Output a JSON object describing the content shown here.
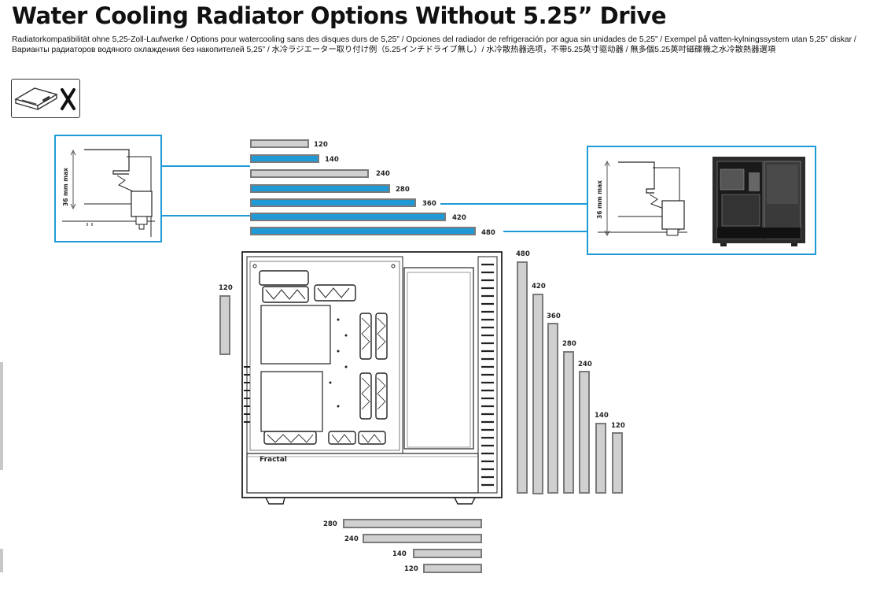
{
  "header": {
    "title": "Water Cooling Radiator Options Without 5.25” Drive",
    "subtitle": "Radiatorkompatibilität ohne 5,25-Zoll-Laufwerke / Options pour watercooling sans des disques durs de 5,25” / Opciones del radiador de refrigeración por agua sin unidades de 5,25” / Exempel på vatten-kylningssystem utan 5,25” diskar / Варианты радиаторов водяного охлаждения без накопителей 5,25” / 水冷ラジエーター取り付け例（5.25インチドライブ無し）/ 水冷散热器选项，不带5.25英寸驱动器 / 無多個5.25英吋磁碟機之水冷散熱器選項"
  },
  "legend": {
    "clearance_left": "36 mm max",
    "clearance_right": "36 mm max",
    "brand": "Fractal"
  },
  "colors": {
    "supported": "#1f9ad6",
    "unsupported": "#d0d0d0",
    "outline": "#7a7a7a",
    "callout": "#1e9bd7"
  },
  "icons": {
    "drive_icon": "no-5.25-drive-icon"
  },
  "radiators": {
    "top": [
      {
        "size": "120",
        "supported": false
      },
      {
        "size": "140",
        "supported": true
      },
      {
        "size": "240",
        "supported": false
      },
      {
        "size": "280",
        "supported": true
      },
      {
        "size": "360",
        "supported": true
      },
      {
        "size": "420",
        "supported": true
      },
      {
        "size": "480",
        "supported": true
      }
    ],
    "rear": [
      {
        "size": "120",
        "supported": false
      }
    ],
    "front": [
      {
        "size": "480",
        "supported": false
      },
      {
        "size": "420",
        "supported": false
      },
      {
        "size": "360",
        "supported": false
      },
      {
        "size": "280",
        "supported": false
      },
      {
        "size": "240",
        "supported": false
      },
      {
        "size": "140",
        "supported": false
      },
      {
        "size": "120",
        "supported": false
      }
    ],
    "bottom": [
      {
        "size": "280",
        "supported": false
      },
      {
        "size": "240",
        "supported": false
      },
      {
        "size": "140",
        "supported": false
      },
      {
        "size": "120",
        "supported": false
      }
    ]
  }
}
